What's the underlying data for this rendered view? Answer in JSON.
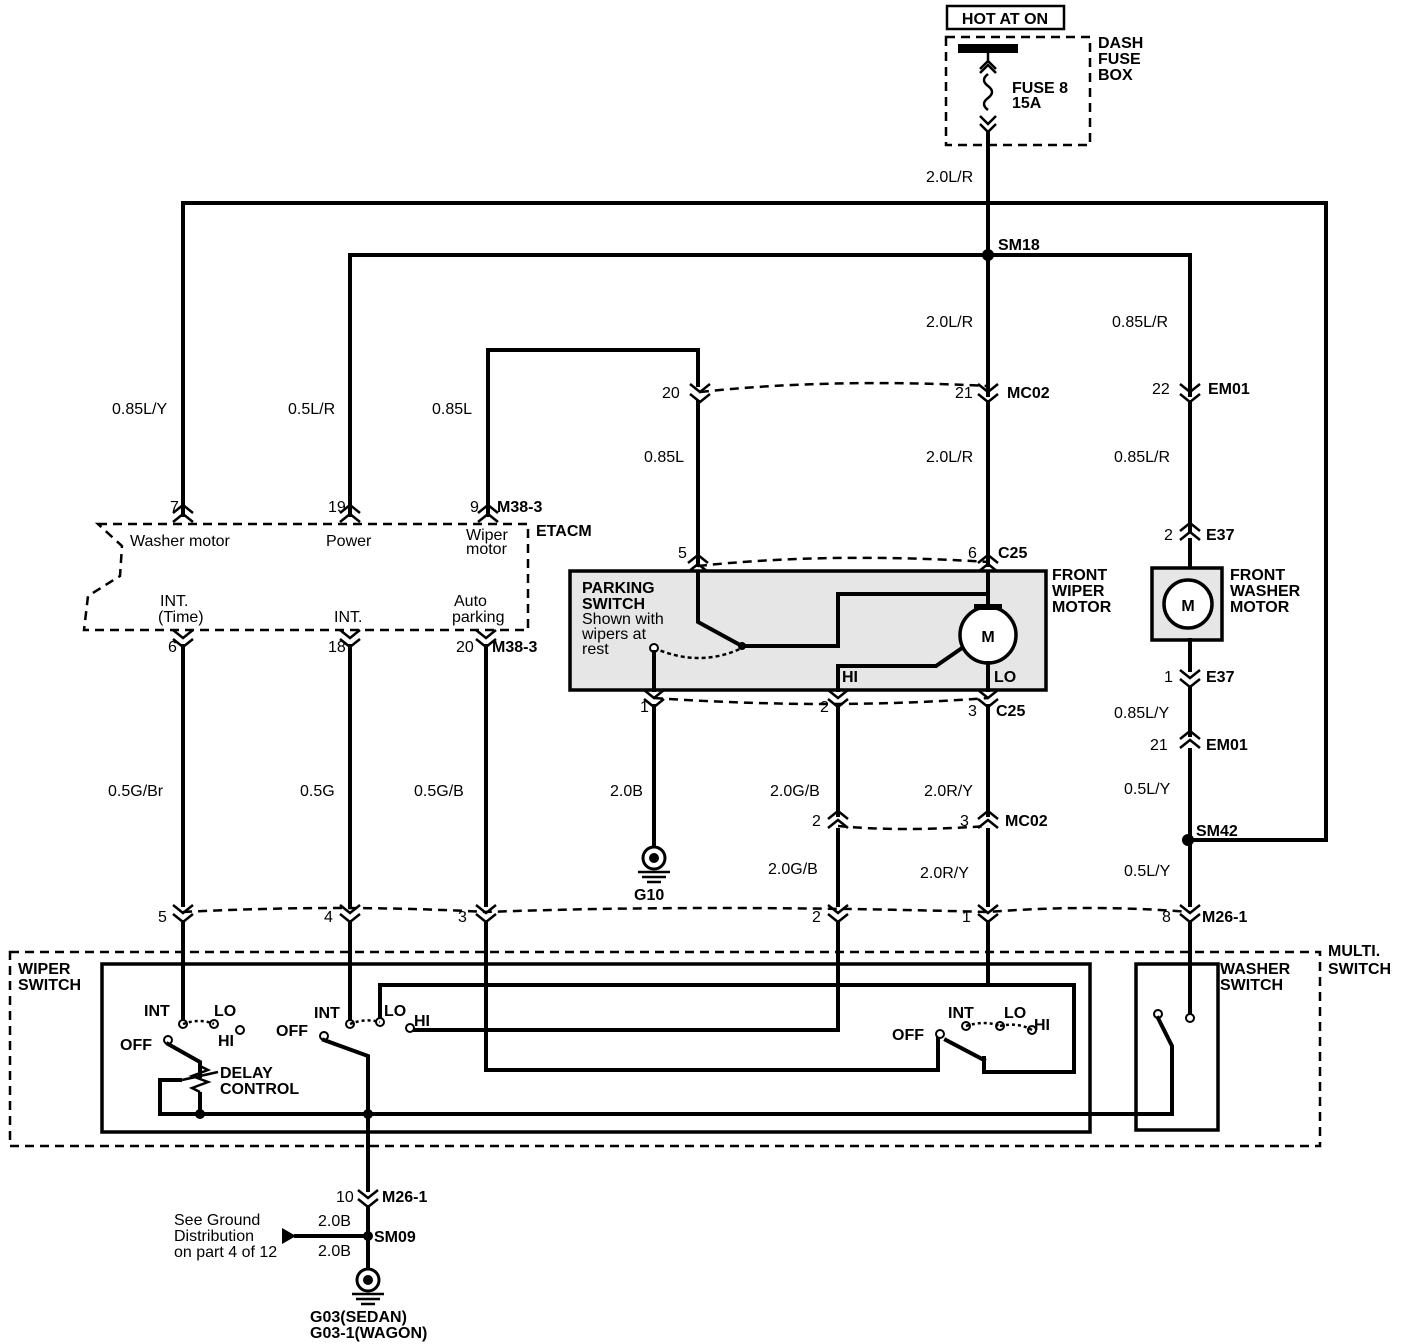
{
  "header": {
    "hot_at_on": "HOT AT ON"
  },
  "fuse_box": {
    "title_1": "DASH",
    "title_2": "FUSE",
    "title_3": "BOX",
    "fuse": "FUSE 8",
    "rating": "15A"
  },
  "splices": {
    "sm18": "SM18",
    "sm42": "SM42",
    "sm09": "SM09"
  },
  "wires": {
    "w_fuse": "2.0L/R",
    "w_sm18_mc02": "2.0L/R",
    "w_mc02_c25": "2.0L/R",
    "w_em01_top": "0.85L/R",
    "w_em01_e37": "0.85L/R",
    "w_washer_etacm": "0.85L/Y",
    "w_power_etacm": "0.5L/R",
    "w_wiper_etacm": "0.85L",
    "w_mc02_park": "0.85L",
    "w_int_time": "0.5G/Br",
    "w_int": "0.5G",
    "w_auto_park": "0.5G/B",
    "w_ground_g10": "2.0B",
    "w_hi_1": "2.0G/B",
    "w_hi_2": "2.0G/B",
    "w_lo_1": "2.0R/Y",
    "w_lo_2": "2.0R/Y",
    "w_e37_em01": "0.85L/Y",
    "w_em01_sm42": "0.5L/Y",
    "w_sm42_m26": "0.5L/Y",
    "w_m26_sm09": "2.0B",
    "w_sm09_ground": "2.0B"
  },
  "connectors": {
    "mc02_a": "MC02",
    "mc02_b": "MC02",
    "em01_a": "EM01",
    "em01_b": "EM01",
    "m38_a": "M38-3",
    "m38_b": "M38-3",
    "c25_a": "C25",
    "c25_b": "C25",
    "e37_a": "E37",
    "e37_b": "E37",
    "m26_a": "M26-1",
    "m26_b": "M26-1",
    "etacm": "ETACM"
  },
  "pins": {
    "p20a": "20",
    "p21a": "21",
    "p22": "22",
    "p7": "7",
    "p19": "19",
    "p9": "9",
    "p5c": "5",
    "p6c": "6",
    "p2e": "2",
    "p6e": "6",
    "p18e": "18",
    "p20e": "20",
    "p1c": "1",
    "p2c": "2",
    "p3c": "3",
    "p1e": "1",
    "p21e": "21",
    "p2m": "2",
    "p3m": "3",
    "p5s": "5",
    "p4s": "4",
    "p3s": "3",
    "p2s": "2",
    "p1s": "1",
    "p8s": "8",
    "p10": "10"
  },
  "etacm_labels": {
    "washer_motor": "Washer motor",
    "power": "Power",
    "wiper_motor_1": "Wiper",
    "wiper_motor_2": "motor",
    "int_time_1": "INT.",
    "int_time_2": "(Time)",
    "int": "INT.",
    "auto_park_1": "Auto",
    "auto_park_2": "parking"
  },
  "parking_switch": {
    "title_1": "PARKING",
    "title_2": "SWITCH",
    "note_1": "Shown with",
    "note_2": "wipers at",
    "note_3": "rest"
  },
  "wiper_motor": {
    "title_1": "FRONT",
    "title_2": "WIPER",
    "title_3": "MOTOR",
    "symbol": "M",
    "hi": "HI",
    "lo": "LO"
  },
  "washer_motor": {
    "title_1": "FRONT",
    "title_2": "WASHER",
    "title_3": "MOTOR",
    "symbol": "M"
  },
  "grounds": {
    "g10": "G10",
    "g03_1": "G03(SEDAN)",
    "g03_2": "G03-1(WAGON)"
  },
  "ground_note": {
    "line_1": "See Ground",
    "line_2": "Distribution",
    "line_3": "on part 4 of 12"
  },
  "multi_switch": {
    "title_1": "MULTI.",
    "title_2": "SWITCH"
  },
  "wiper_switch": {
    "title_1": "WIPER",
    "title_2": "SWITCH",
    "s1_int": "INT",
    "s1_lo": "LO",
    "s1_off": "OFF",
    "s1_hi": "HI",
    "s2_int": "INT",
    "s2_lo": "LO",
    "s2_off": "OFF",
    "s2_hi": "HI",
    "s3_int": "INT",
    "s3_lo": "LO",
    "s3_off": "OFF",
    "s3_hi": "HI",
    "delay_1": "DELAY",
    "delay_2": "CONTROL"
  },
  "washer_switch": {
    "title_1": "WASHER",
    "title_2": "SWITCH"
  }
}
